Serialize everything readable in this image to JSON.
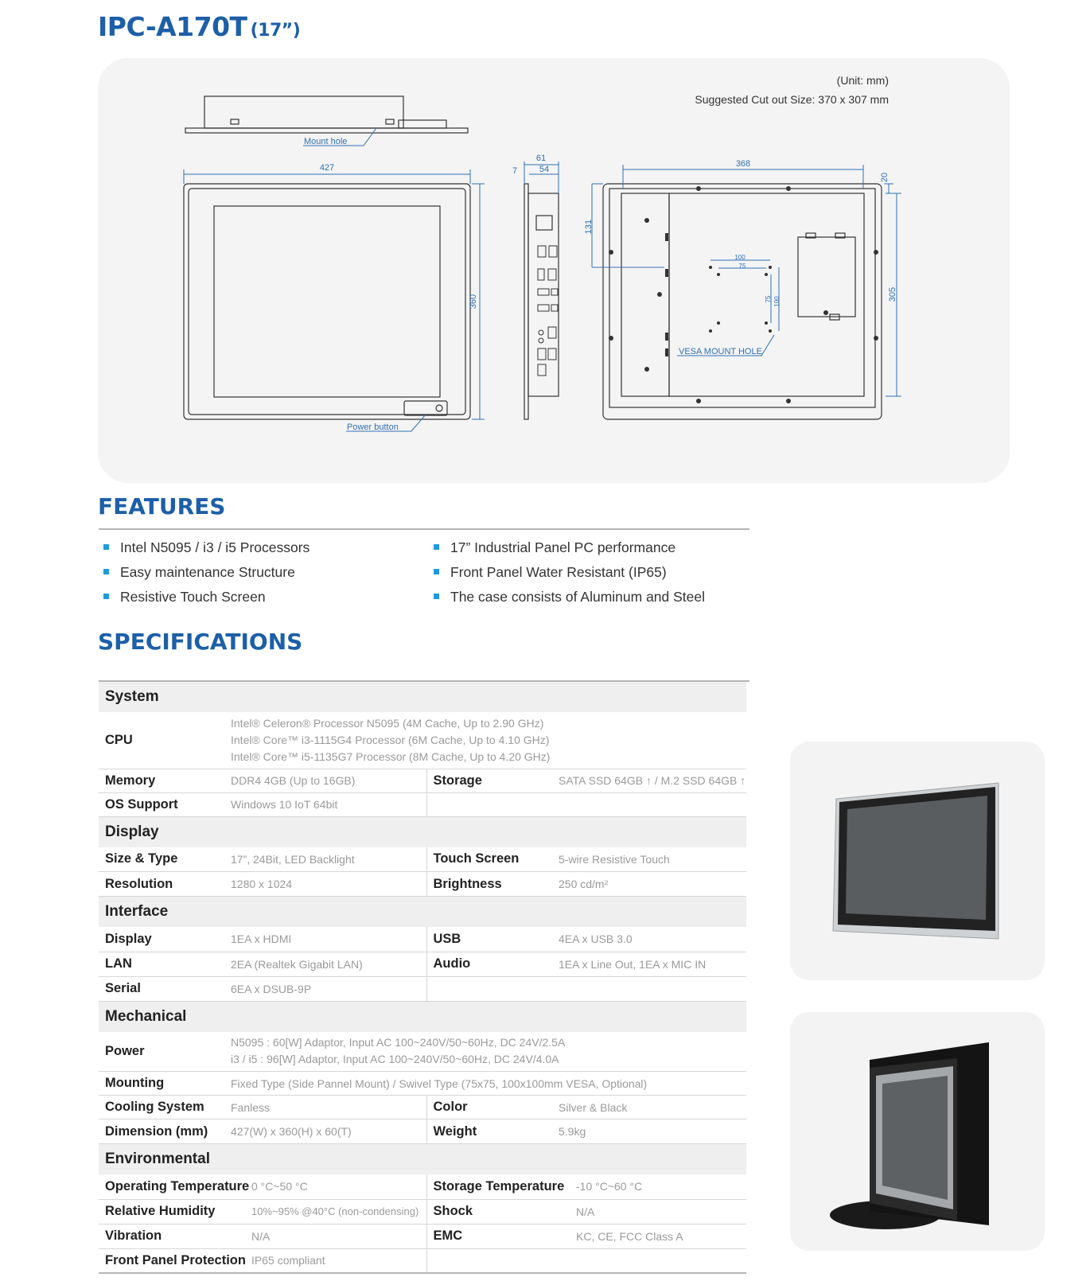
{
  "header": {
    "model": "IPC-A170T",
    "size": "(17”)"
  },
  "drawing": {
    "unit": "(Unit: mm)",
    "cutout": "Suggested Cut out Size: 370 x 307 mm",
    "labels": {
      "mount_hole": "Mount hole",
      "power_button": "Power button",
      "vesa": "VESA MOUNT HOLE"
    },
    "dims": {
      "width": "427",
      "height": "360",
      "depth_total": "61",
      "depth_body": "54",
      "bezel": "7",
      "rear_width": "368",
      "rear_top": "20",
      "rear_height": "305",
      "rear_side": "131",
      "vesa_100h": "100",
      "vesa_75h": "75",
      "vesa_75v": "75",
      "vesa_100v": "100"
    }
  },
  "features": {
    "title": "FEATURES",
    "left": [
      "Intel N5095 / i3 / i5 Processors",
      "Easy maintenance Structure",
      "Resistive Touch Screen"
    ],
    "right": [
      "17” Industrial Panel PC performance",
      "Front Panel Water Resistant (IP65)",
      "The case consists of Aluminum and Steel"
    ]
  },
  "specs": {
    "title": "SPECIFICATIONS",
    "system": {
      "title": "System",
      "cpu_label": "CPU",
      "cpu": [
        "Intel® Celeron® Processor N5095 (4M Cache, Up to 2.90 GHz)",
        "Intel® Core™ i3-1115G4 Processor (6M Cache, Up to 4.10 GHz)",
        "Intel® Core™ i5-1135G7 Processor (8M Cache, Up to 4.20 GHz)"
      ],
      "memory_label": "Memory",
      "memory": "DDR4 4GB (Up to 16GB)",
      "storage_label": "Storage",
      "storage": "SATA SSD 64GB ↑ / M.2 SSD 64GB ↑",
      "os_label": "OS Support",
      "os": "Windows 10 IoT 64bit"
    },
    "display": {
      "title": "Display",
      "size_label": "Size & Type",
      "size": "17”, 24Bit, LED Backlight",
      "touch_label": "Touch Screen",
      "touch": "5-wire Resistive Touch",
      "resolution_label": "Resolution",
      "resolution": "1280 x 1024",
      "brightness_label": "Brightness",
      "brightness": "250 cd/m²"
    },
    "interface": {
      "title": "Interface",
      "display_label": "Display",
      "display": "1EA x HDMI",
      "usb_label": "USB",
      "usb": "4EA x USB 3.0",
      "lan_label": "LAN",
      "lan": "2EA (Realtek Gigabit LAN)",
      "audio_label": "Audio",
      "audio": "1EA x Line Out, 1EA x MIC IN",
      "serial_label": "Serial",
      "serial": "6EA x DSUB-9P"
    },
    "mechanical": {
      "title": "Mechanical",
      "power_label": "Power",
      "power": [
        "N5095 : 60[W] Adaptor, Input AC 100~240V/50~60Hz, DC 24V/2.5A",
        "i3 / i5 : 96[W] Adaptor, Input AC 100~240V/50~60Hz, DC 24V/4.0A"
      ],
      "mounting_label": "Mounting",
      "mounting": "Fixed Type (Side Pannel Mount) / Swivel Type (75x75, 100x100mm VESA, Optional)",
      "cooling_label": "Cooling System",
      "cooling": "Fanless",
      "color_label": "Color",
      "color": "Silver & Black",
      "dimension_label": "Dimension (mm)",
      "dimension": "427(W) x 360(H) x 60(T)",
      "weight_label": "Weight",
      "weight": "5.9kg"
    },
    "environmental": {
      "title": "Environmental",
      "optemp_label": "Operating Temperature",
      "optemp": "0 °C~50 °C",
      "sttemp_label": "Storage Temperature",
      "sttemp": "-10 °C~60 °C",
      "humidity_label": "Relative Humidity",
      "humidity": "10%~95% @40°C (non-condensing)",
      "shock_label": "Shock",
      "shock": "N/A",
      "vibration_label": "Vibration",
      "vibration": "N/A",
      "emc_label": "EMC",
      "emc": "KC, CE, FCC Class A",
      "fpp_label": "Front Panel Protection",
      "fpp": "IP65 compliant"
    }
  },
  "colors": {
    "brand_blue": "#1d5fa8",
    "bullet_blue": "#1d9be0",
    "dimension_blue": "#2f6fb5"
  }
}
